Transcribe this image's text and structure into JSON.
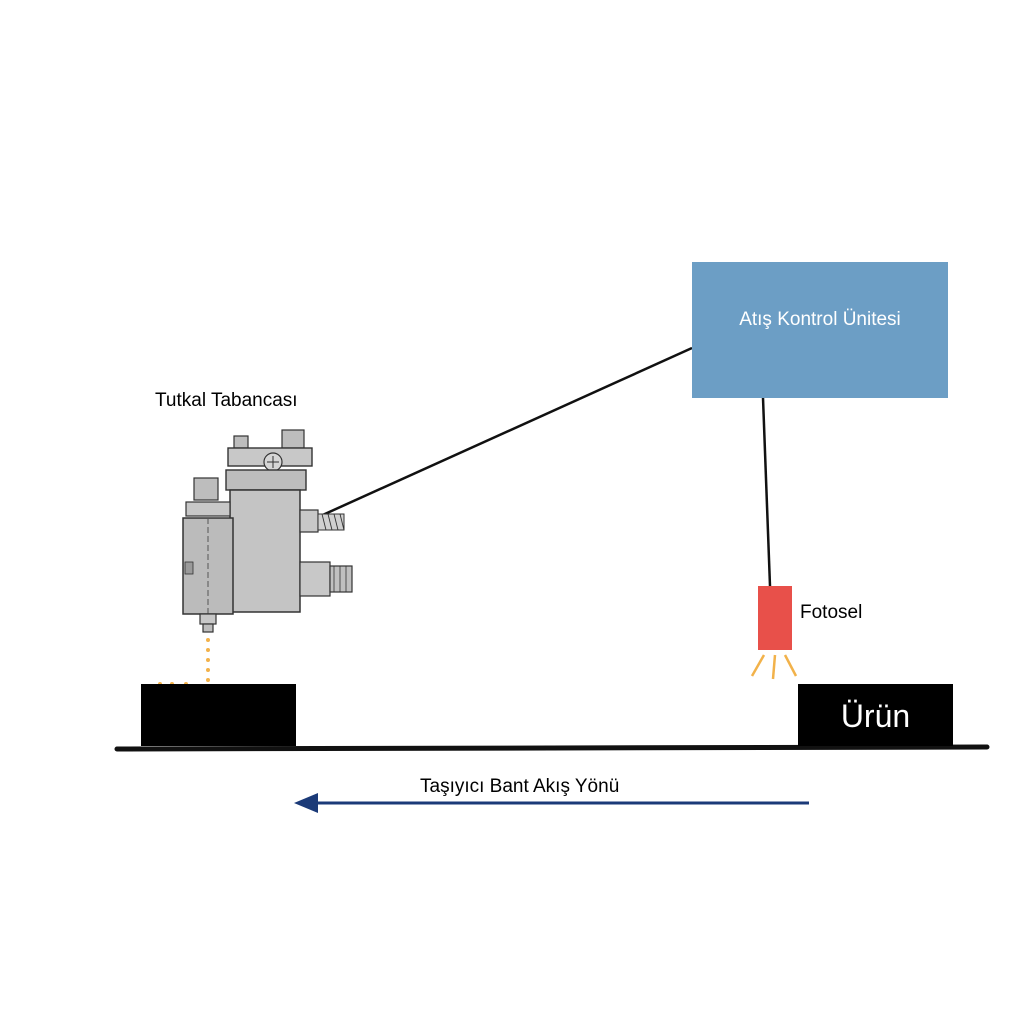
{
  "labels": {
    "control_unit": "Atış Kontrol Ünitesi",
    "glue_gun": "Tutkal Tabancası",
    "photocell": "Fotosel",
    "product": "Ürün",
    "conveyor_direction": "Taşıyıcı Bant Akış Yönü"
  },
  "colors": {
    "control_unit": "#6c9ec5",
    "photocell": "#e8504a",
    "glue_dots": "#f2b24a",
    "arrow": "#1b3a78",
    "product": "#000000"
  },
  "icons": {
    "glue_gun": "glue-gun-icon",
    "photocell": "photocell-sensor-icon"
  }
}
